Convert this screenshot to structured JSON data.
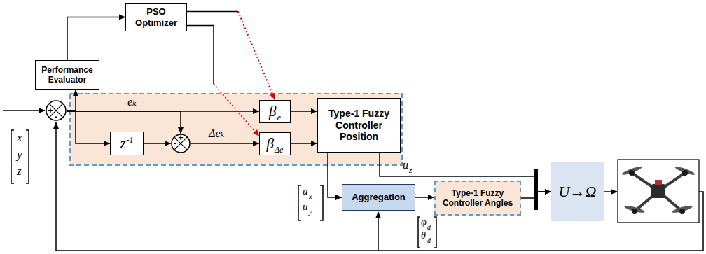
{
  "diagram": {
    "nodes": [
      {
        "text": [
          "PSO Optimizer"
        ]
      },
      {
        "text": [
          "Performance Evaluator"
        ]
      },
      {
        "text": [
          "+",
          "-"
        ]
      },
      {
        "text": [
          "β",
          "e"
        ]
      },
      {
        "text": [
          "Type-1 Fuzzy Controller Position"
        ]
      },
      {
        "text": [
          "z",
          "-1"
        ]
      },
      {
        "text": [
          "+",
          "-"
        ]
      },
      {
        "text": [
          "β",
          "Δe"
        ]
      },
      {
        "text": [
          "Aggregation"
        ]
      },
      {
        "text": [
          "Type-1 Fuzzy Controller Angles"
        ]
      },
      {
        "text": [
          "U→Ω"
        ]
      }
    ],
    "edges": [
      {
        "from": 1,
        "to": 0,
        "arrow": "to"
      },
      {
        "from": 0,
        "to": 3,
        "arrow": "to"
      },
      {
        "from": 0,
        "to": 7,
        "arrow": "to"
      },
      {
        "from": 2,
        "to": 1,
        "arrow": "to"
      },
      {
        "from": 2,
        "to": 3,
        "label": "eₖ",
        "arrow": "to"
      },
      {
        "from": 2,
        "to": 5,
        "arrow": "to"
      },
      {
        "from": 2,
        "to": 6,
        "arrow": "to"
      },
      {
        "from": 5,
        "to": 6,
        "arrow": "to"
      },
      {
        "from": 6,
        "to": 7,
        "label": "Δeₖ",
        "arrow": "to"
      },
      {
        "from": 3,
        "to": 4,
        "arrow": "to"
      },
      {
        "from": 7,
        "to": 4,
        "arrow": "to"
      },
      {
        "from": 4,
        "to": 8,
        "arrow": "to"
      },
      {
        "from": 4,
        "to": 10,
        "arrow": "to"
      },
      {
        "from": 8,
        "to": 9,
        "arrow": "to"
      },
      {
        "from": 9,
        "to": 10,
        "arrow": "to"
      }
    ],
    "labels": [
      "u",
      "z",
      "u",
      "x",
      "u",
      "y",
      "φ",
      "d",
      "θ",
      "d",
      "x",
      "y",
      "z"
    ]
  }
}
